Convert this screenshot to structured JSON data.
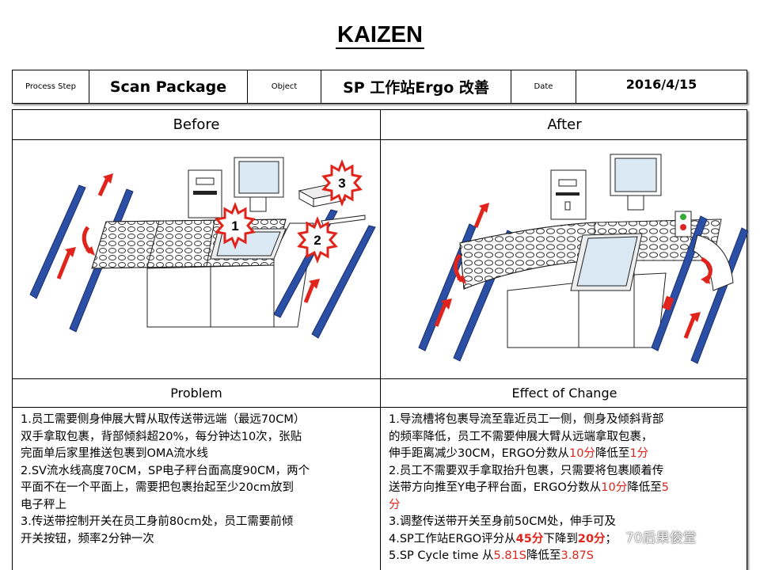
{
  "title": "KAIZEN",
  "header": {
    "process_step_label": "Process Step",
    "process_step_value": "Scan Package",
    "object_label": "Object",
    "object_value": "SP 工作站Ergo 改善",
    "date_label": "Date",
    "date_value": "2016/4/15"
  },
  "before": {
    "heading": "Before",
    "markers": [
      "1",
      "2",
      "3"
    ]
  },
  "after": {
    "heading": "After"
  },
  "problem": {
    "heading": "Problem",
    "lines": [
      "1.员工需要侧身伸展大臂从取传送带远端（最远70CM）",
      "双手拿取包裹，背部倾斜超20%，每分钟达10次，张贴",
      "完面单后家里推送包裹到OMA流水线",
      "2.SV流水线高度70CM，SP电子秤台面高度90CM，两个",
      "平面不在一个平面上，需要把包裹抬起至少20cm放到",
      "电子秤上",
      "3.传送带控制开关在员工身前80cm处，员工需要前倾",
      "开关按钮，频率2分钟一次"
    ]
  },
  "effect": {
    "heading": "Effect  of Change",
    "l1": "1.导流槽将包裹导流至靠近员工一侧，侧身及倾斜背部",
    "l2": "的频率降低，员工不需要伸展大臂从远端拿取包裹，",
    "l3_a": "伸手距离减少30CM，ERGO分数从",
    "l3_b": "10分",
    "l3_c": "降低至",
    "l3_d": "1分",
    "l4": "2.员工不需要双手拿取抬升包裹，只需要将包裹顺着传",
    "l5_a": "送带方向推至Y电子秤台面，ERGO分数从",
    "l5_b": "10分",
    "l5_c": "降低至",
    "l5_d": "5",
    "l6": "分",
    "l7": "3.调整传送带开关至身前50CM处，伸手可及",
    "l8_a": "4.SP工作站ERGO评分从",
    "l8_b": "45分",
    "l8_c": "下降到",
    "l8_d": "20分",
    "l8_e": "；",
    "l9_a": "5.SP Cycle time 从",
    "l9_b": "5.81S",
    "l9_c": "降低至",
    "l9_d": "3.87S"
  },
  "watermark": "70后果俊堂",
  "colors": {
    "rail": "#2a4fa5",
    "arrow": "#e0241b",
    "marker": "#e0241b"
  }
}
